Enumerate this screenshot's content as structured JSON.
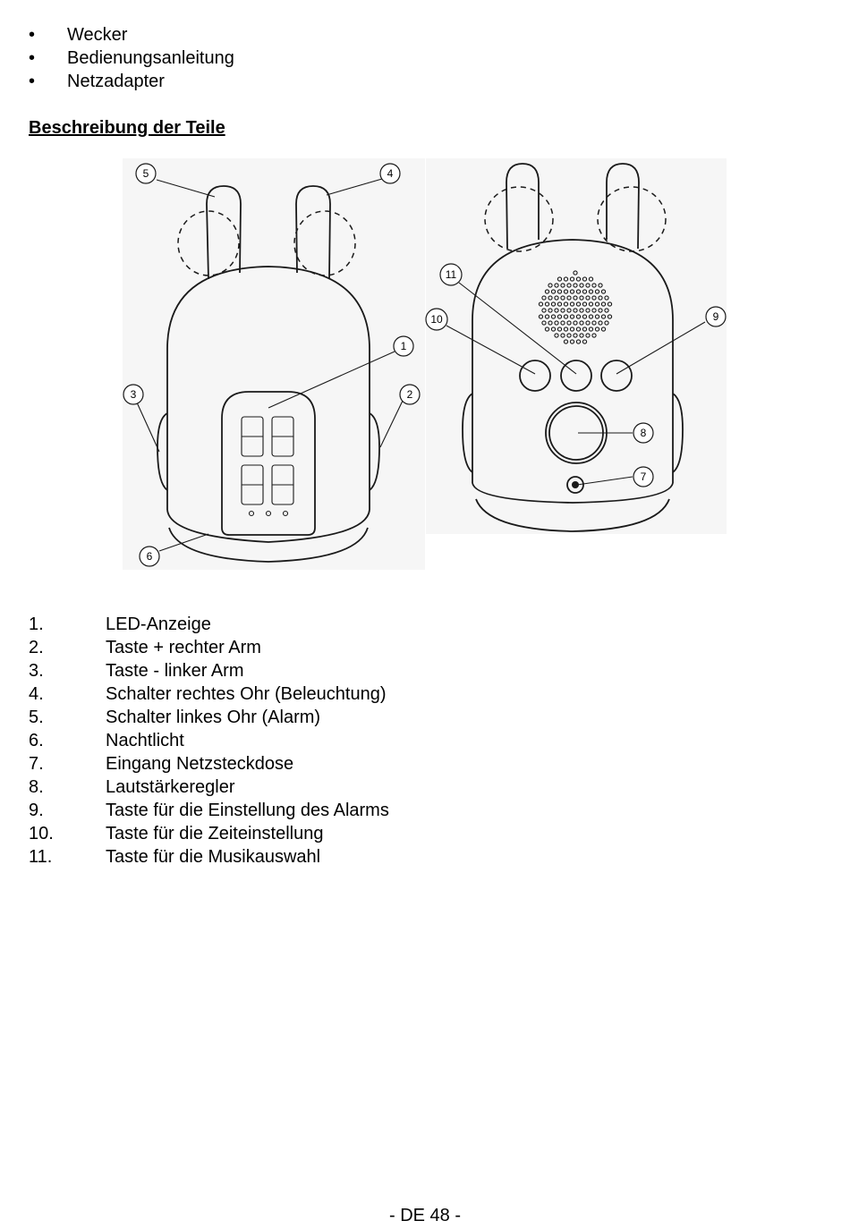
{
  "bullets": [
    {
      "marker": "•",
      "text": "Wecker"
    },
    {
      "marker": "•",
      "text": "Bedienungsanleitung"
    },
    {
      "marker": "•",
      "text": "Netzadapter"
    }
  ],
  "heading": "Beschreibung der Teile",
  "diagram": {
    "callouts": [
      "1",
      "2",
      "3",
      "4",
      "5",
      "6",
      "7",
      "8",
      "9",
      "10",
      "11"
    ]
  },
  "parts": [
    {
      "num": "1.",
      "label": "LED-Anzeige"
    },
    {
      "num": "2.",
      "label": "Taste + rechter Arm"
    },
    {
      "num": "3.",
      "label": "Taste - linker Arm"
    },
    {
      "num": "4.",
      "label": "Schalter rechtes Ohr (Beleuchtung)"
    },
    {
      "num": "5.",
      "label": "Schalter linkes Ohr (Alarm)"
    },
    {
      "num": "6.",
      "label": "Nachtlicht"
    },
    {
      "num": "7.",
      "label": "Eingang Netzsteckdose"
    },
    {
      "num": "8.",
      "label": "Lautstärkeregler"
    },
    {
      "num": "9.",
      "label": "Taste für die Einstellung des Alarms"
    },
    {
      "num": "10.",
      "label": "Taste für die Zeiteinstellung"
    },
    {
      "num": "11.",
      "label": "Taste für die Musikauswahl"
    }
  ],
  "footer": "- DE 48 -"
}
